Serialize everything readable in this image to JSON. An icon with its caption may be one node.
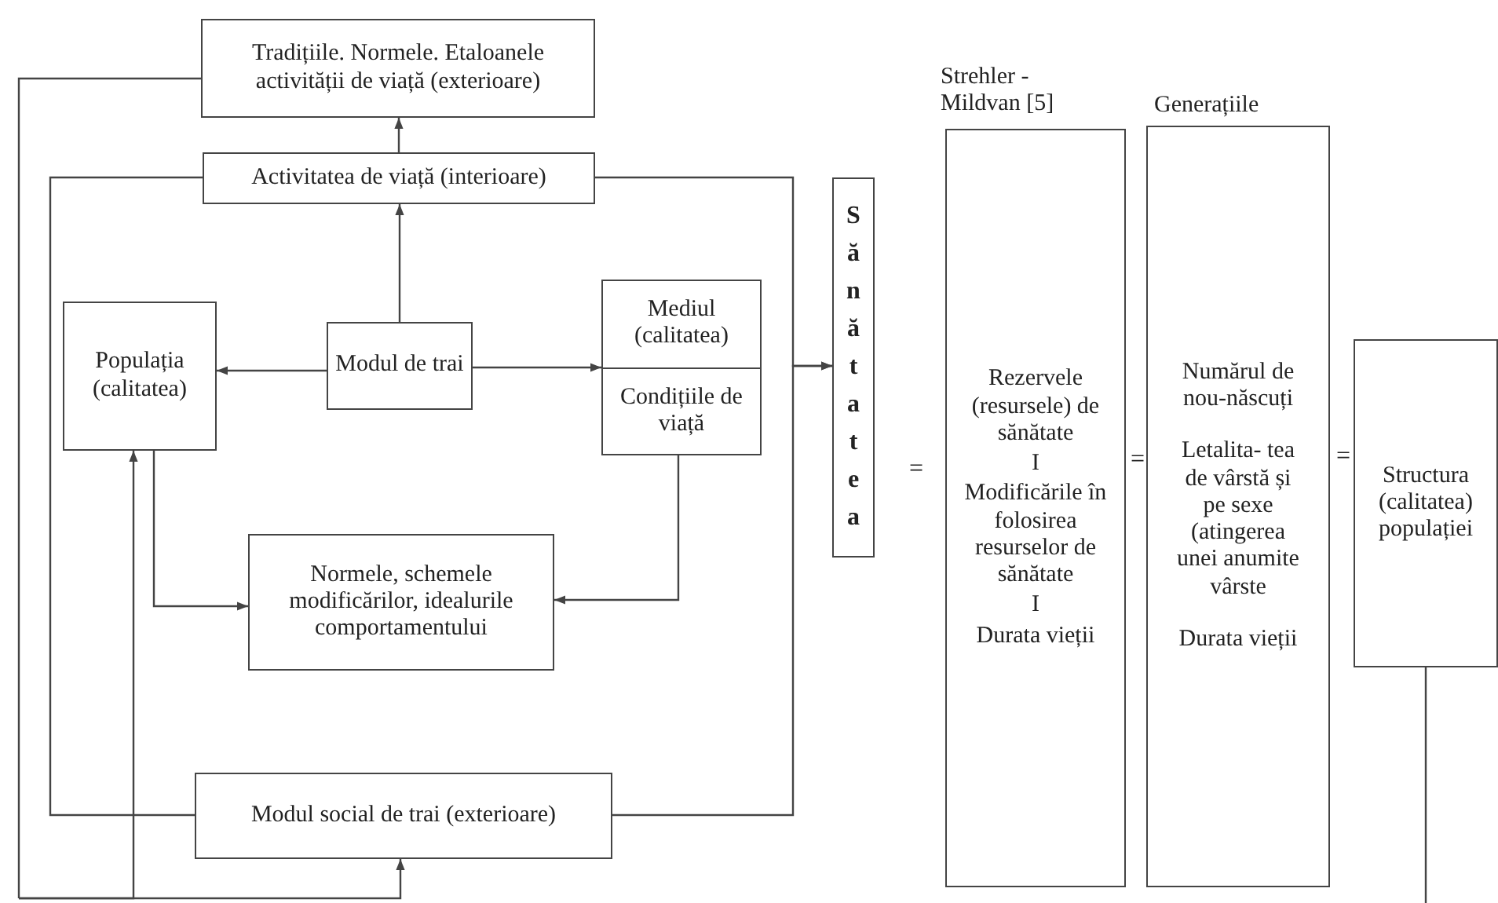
{
  "diagram": {
    "nodes": [
      {
        "text": [
          "Tradițiile. Normele. Etaloanele activității de viață (exterioare)"
        ]
      },
      {
        "text": [
          "Activitatea de viață (interioare)"
        ]
      },
      {
        "text": [
          "Populația (calitatea)"
        ]
      },
      {
        "text": [
          "Modul de trai"
        ]
      },
      {
        "text": [
          "Mediul (calitatea)",
          "Condițiile de viață"
        ]
      },
      {
        "text": [
          "Normele, schemele modificărilor, idealurile comportamentului"
        ]
      },
      {
        "text": [
          "Modul social de trai (exterioare)"
        ]
      },
      {
        "text": [
          "Sănătatea"
        ]
      },
      {
        "text": [
          "Strehler - Mildvan [5]",
          "Rezervele (resursele) de sănătate",
          "I",
          "Modificările în folosirea resurselor de sănătate",
          "I",
          "Durata vieții"
        ]
      },
      {
        "text": [
          "Generațiile",
          "Numărul de nou-născuți",
          "Letalita- tea de vârstă și pe sexe (atingerea unei anumite vârste",
          "Durata vieții"
        ]
      },
      {
        "text": [
          "Structura (calitatea) populației"
        ]
      }
    ],
    "edges": [
      {
        "from": 3,
        "to": 1,
        "arrow": "to"
      },
      {
        "from": 1,
        "to": 0,
        "arrow": "to"
      },
      {
        "from": 3,
        "to": 2,
        "arrow": "to"
      },
      {
        "from": 3,
        "to": 4,
        "arrow": "to"
      },
      {
        "from": 2,
        "to": 5,
        "arrow": "to"
      },
      {
        "from": 4,
        "to": 5,
        "arrow": "to"
      },
      {
        "from": 1,
        "to": 6,
        "arrow": "none"
      },
      {
        "from": 1,
        "to": 7,
        "arrow": "to"
      },
      {
        "from": 6,
        "to": 7,
        "arrow": "to"
      },
      {
        "from": 10,
        "to": null,
        "arrow": "none"
      },
      {
        "from": null,
        "to": 0,
        "arrow": "none"
      },
      {
        "from": null,
        "to": 2,
        "arrow": "to"
      },
      {
        "from": null,
        "to": 6,
        "arrow": "to"
      }
    ],
    "labels": [
      "=",
      "=",
      "="
    ]
  }
}
